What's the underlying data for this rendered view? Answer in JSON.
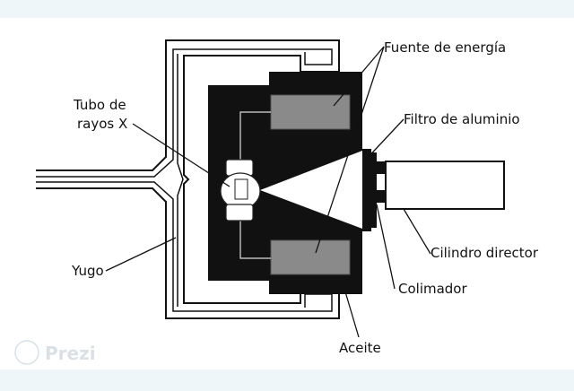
{
  "labels": {
    "fuente_energia": "Fuente de energía",
    "tubo_line1": "Tubo de",
    "tubo_line2": "rayos X",
    "filtro_aluminio": "Filtro de aluminio",
    "cilindro_director": "Cilindro director",
    "yugo": "Yugo",
    "colimador": "Colimador",
    "aceite": "Aceite"
  },
  "watermark": {
    "text": "Prezi"
  },
  "colors": {
    "background": "#eef6fa",
    "canvas": "#ffffff",
    "housing": "#111111",
    "transformer": "#8a8a8a",
    "yoke_fill": "#c8c8c8",
    "outline": "#111111"
  }
}
